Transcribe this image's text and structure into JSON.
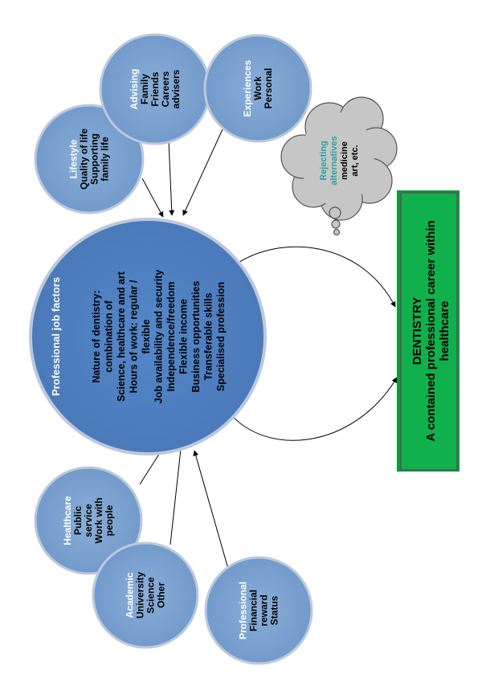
{
  "main_factor": {
    "title": "Professional job factors",
    "lines": [
      "Nature of dentistry:",
      "combination of",
      "Science, healthcare and art",
      "Hours of work: regular /",
      "flexible",
      "Job availability and security",
      "Independence/freedom",
      "Flexible income",
      "Business opportunities",
      "Transferable skills",
      "Specialised profession"
    ]
  },
  "small_factors": [
    {
      "id": "lifestyle",
      "title": "Lifestyle",
      "lines": [
        "Quality of life",
        "Supporting",
        "family life"
      ]
    },
    {
      "id": "advising",
      "title": "Advising",
      "lines": [
        "Family",
        "Friends",
        "Careers",
        "advisers"
      ]
    },
    {
      "id": "experiences",
      "title": "Experiences",
      "lines": [
        "Work",
        "Personal"
      ]
    },
    {
      "id": "healthcare",
      "title": "Healthcare",
      "lines": [
        "Public",
        "service",
        "Work with",
        "people"
      ]
    },
    {
      "id": "academic",
      "title": "Academic",
      "lines": [
        "University",
        "Science",
        "Other"
      ]
    },
    {
      "id": "professional",
      "title": "Professional",
      "lines": [
        "Financial",
        "reward",
        "Status"
      ]
    }
  ],
  "rejecting": {
    "title_lines": [
      "Rejecting",
      "alternatives"
    ],
    "lines": [
      "medicine",
      "art, etc."
    ]
  },
  "outcome": {
    "title": "DENTISTRY",
    "lines": [
      "A contained professional career within",
      "healthcare"
    ]
  },
  "colors": {
    "circle_fill": "#7ea3d0",
    "circle_stroke": "#5b7fb0",
    "main_fill": "#4d7bbe",
    "main_stroke": "#4570ad",
    "cloud_fill": "#c6c6c6",
    "cloud_stroke": "#555555",
    "rejecting_title": "#2aa1a4",
    "outcome_fill": "#10b14c",
    "outcome_stroke": "#565656"
  }
}
